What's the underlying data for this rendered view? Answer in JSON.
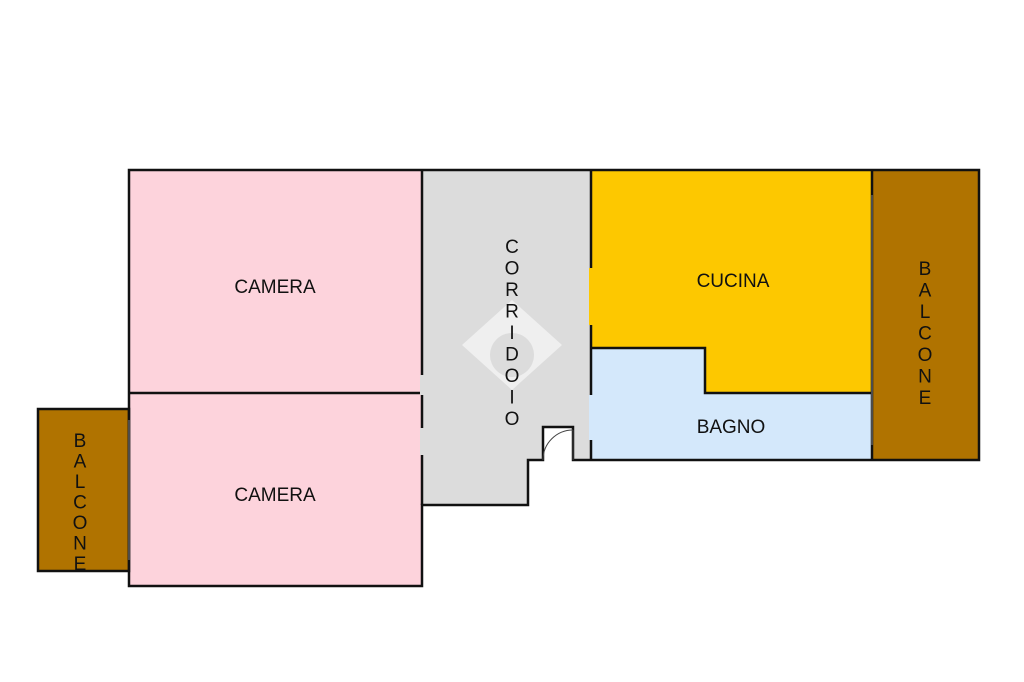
{
  "rooms": {
    "camera_top": {
      "label": "CAMERA",
      "color": "#fdd3dc"
    },
    "camera_bottom": {
      "label": "CAMERA",
      "color": "#fdd3dc"
    },
    "corridoio": {
      "label": "CORRIDOIO",
      "color": "#dcdcdc"
    },
    "cucina": {
      "label": "CUCINA",
      "color": "#fdc800"
    },
    "bagno": {
      "label": "BAGNO",
      "color": "#d4e8fb"
    },
    "balcone_right": {
      "label": "BALCONE",
      "color": "#b07300"
    },
    "balcone_left": {
      "label": "BALCONE",
      "color": "#b07300"
    }
  },
  "colors": {
    "wall": "#111111",
    "watermark": "#ffffff"
  }
}
